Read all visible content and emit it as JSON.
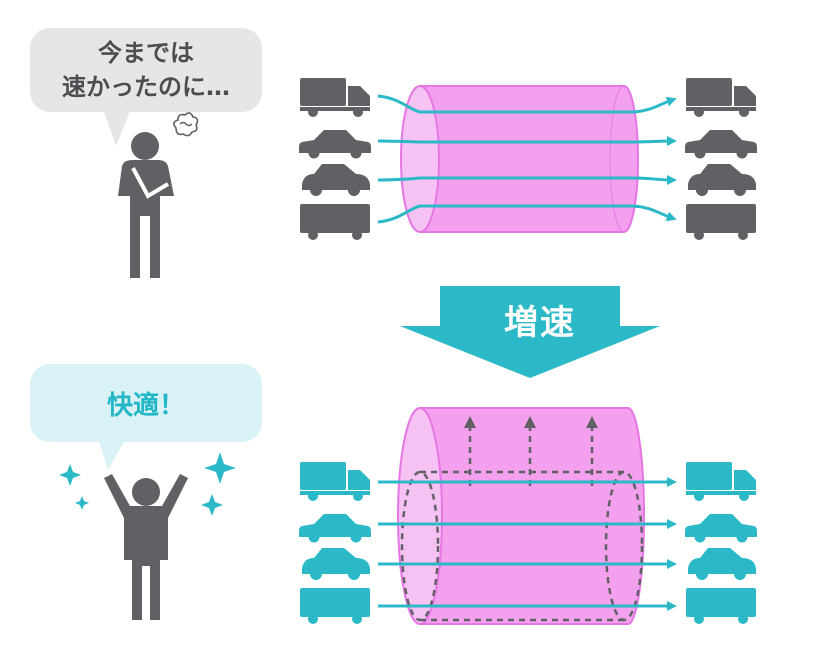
{
  "bubble_top": {
    "line1": "今までは",
    "line2": "速かったのに…"
  },
  "bubble_bottom": {
    "text": "快適！"
  },
  "arrow_label": "増速",
  "colors": {
    "gray": "#616165",
    "teal": "#2bb8c7",
    "pipe_fill": "#f3a0ef",
    "pipe_edge": "#e676e4",
    "bubble_gray": "#e6e6e7",
    "bubble_teal": "#d9f2f5"
  },
  "top_vehicles": [
    "truck-icon",
    "sedan-icon",
    "compact-car-icon",
    "van-icon"
  ],
  "bottom_vehicles": [
    "truck-icon",
    "sedan-icon",
    "compact-car-icon",
    "van-icon"
  ]
}
